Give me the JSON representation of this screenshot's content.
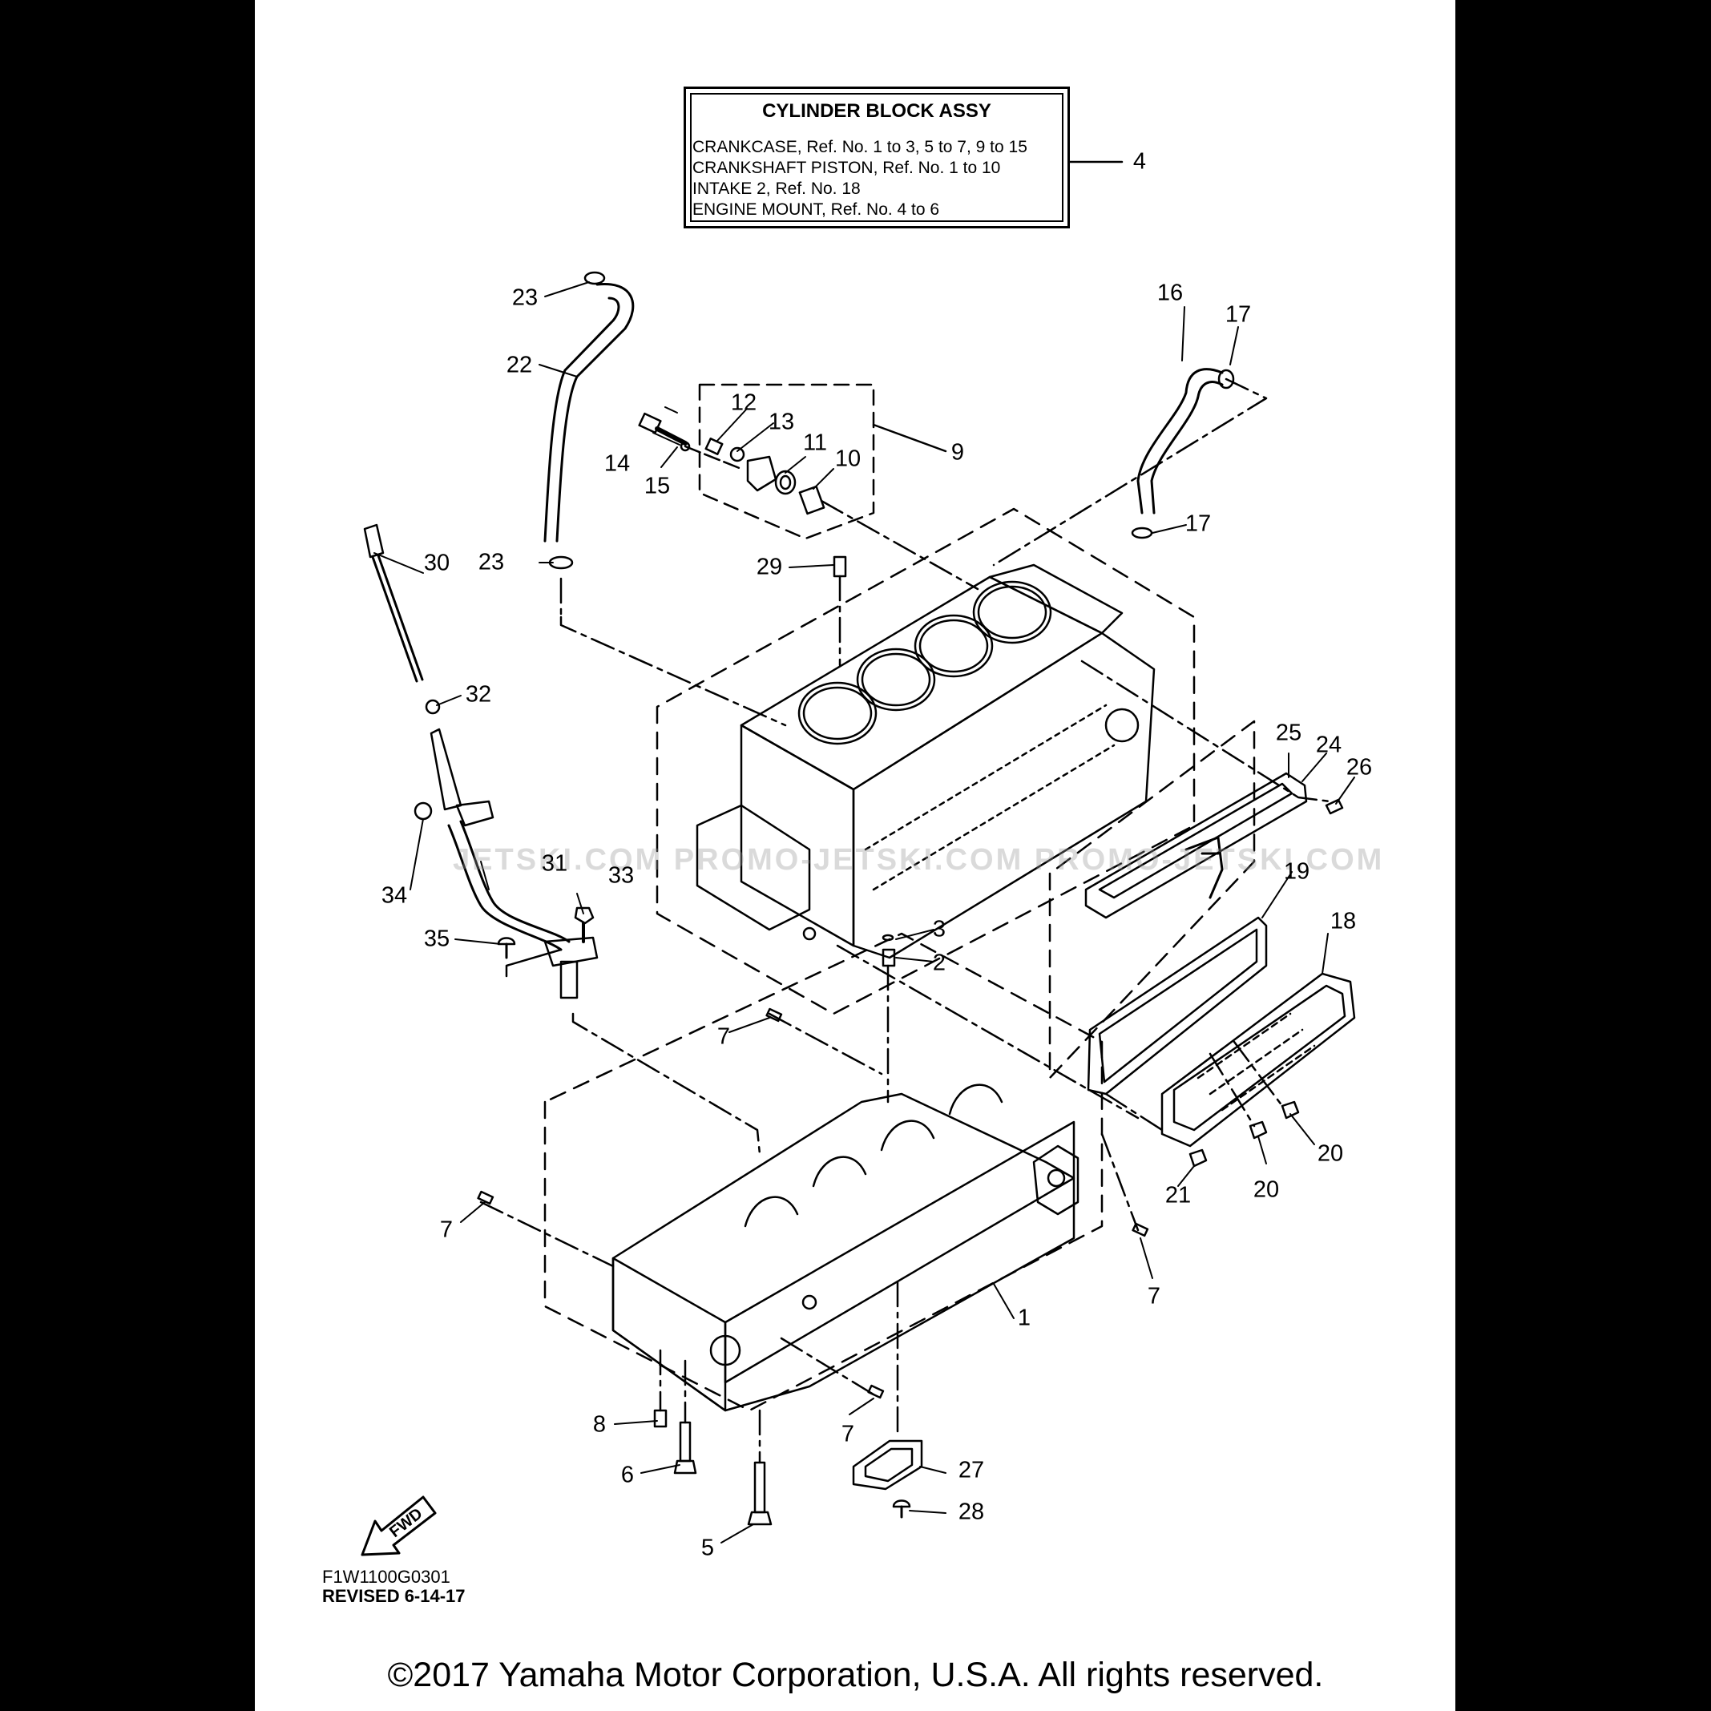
{
  "title_box": {
    "heading": "CYLINDER BLOCK ASSY",
    "lines": [
      "CRANKCASE, Ref. No. 1 to 3, 5 to 7, 9 to 15",
      "CRANKSHAFT PISTON, Ref. No. 1 to 10",
      "INTAKE 2, Ref. No. 18",
      "ENGINE MOUNT, Ref. No. 4 to 6"
    ]
  },
  "callouts": {
    "c1": "1",
    "c2": "2",
    "c3": "3",
    "c4": "4",
    "c5": "5",
    "c6": "6",
    "c7": "7",
    "c8": "8",
    "c9": "9",
    "c10": "10",
    "c11": "11",
    "c12": "12",
    "c13": "13",
    "c14": "14",
    "c15": "15",
    "c16": "16",
    "c17": "17",
    "c18": "18",
    "c19": "19",
    "c20": "20",
    "c21": "21",
    "c22": "22",
    "c23": "23",
    "c24": "24",
    "c25": "25",
    "c26": "26",
    "c27": "27",
    "c28": "28",
    "c29": "29",
    "c30": "30",
    "c31": "31",
    "c32": "32",
    "c33": "33",
    "c34": "34",
    "c35": "35"
  },
  "fwd_label": "FWD",
  "drawing_code": "F1W1100G0301",
  "revision": "REVISED 6-14-17",
  "watermark": "JETSKI.COM   PROMO-JETSKI.COM   PROMO-JETSKI.COM",
  "copyright": "©2017 Yamaha Motor Corporation, U.S.A. All rights reserved.",
  "colors": {
    "ink": "#000000",
    "paper": "#ffffff",
    "border": "#000000"
  }
}
